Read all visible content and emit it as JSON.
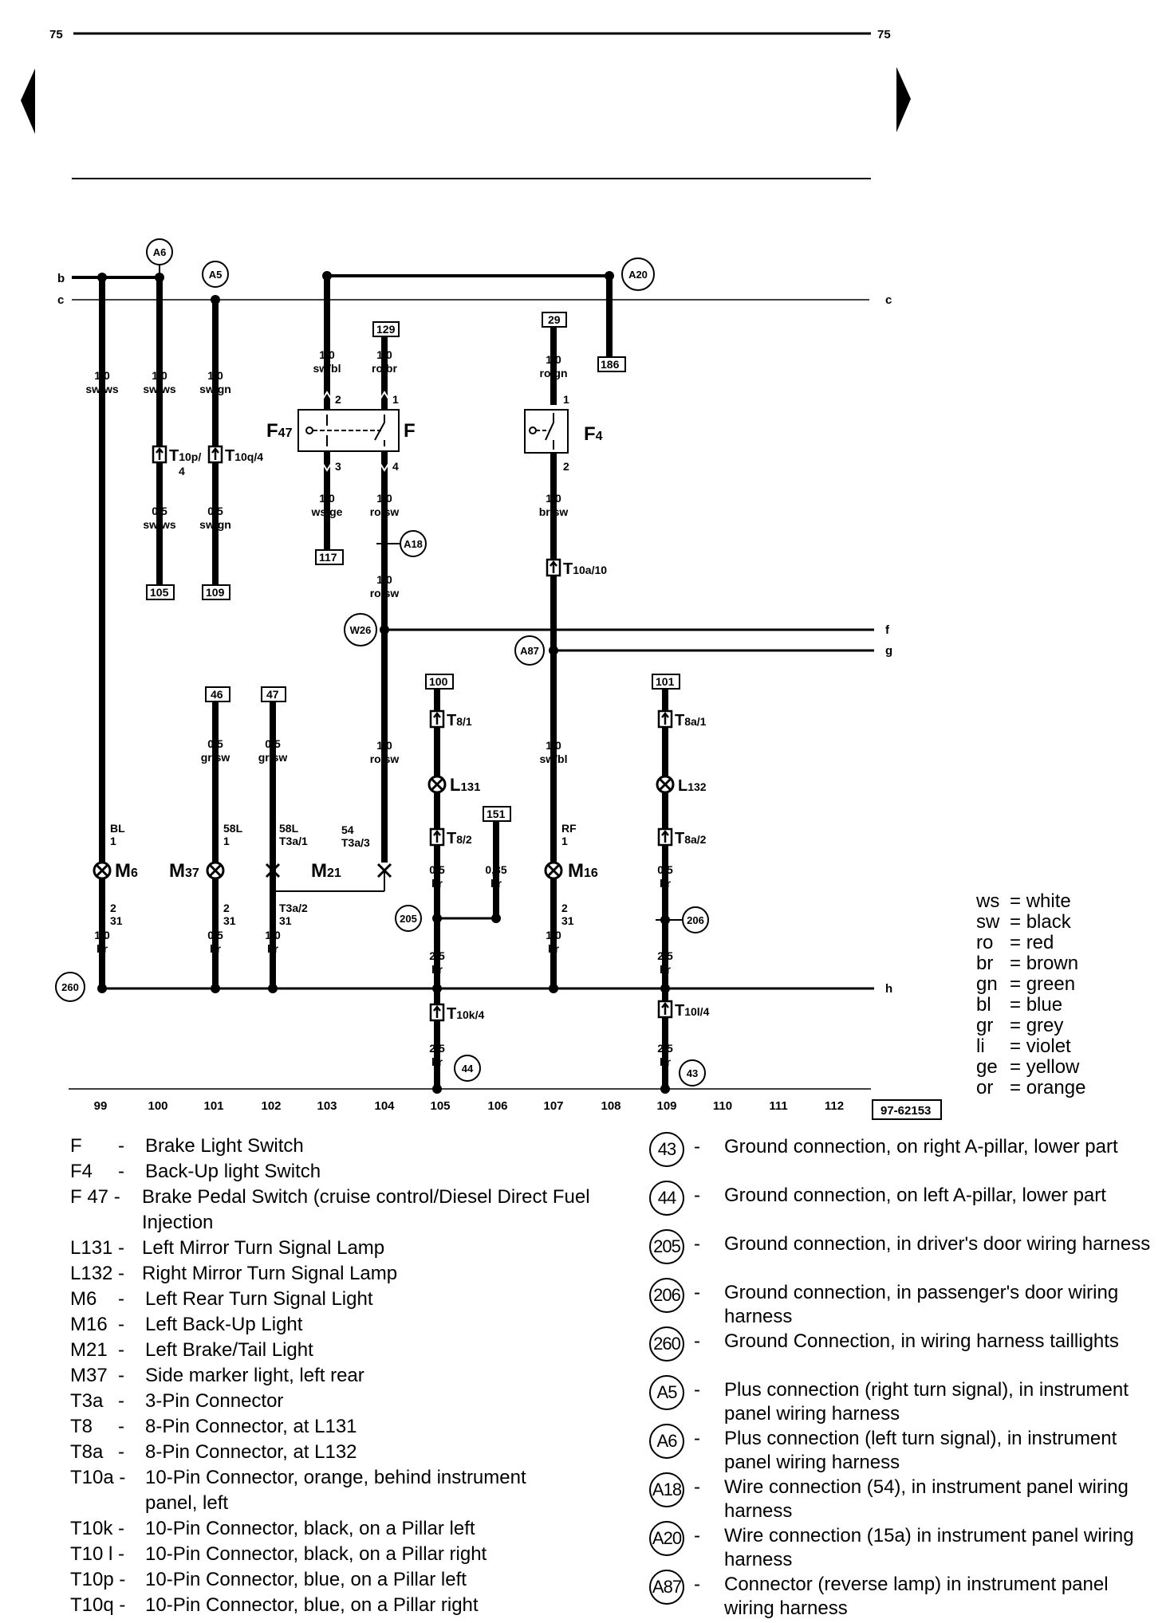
{
  "page": {
    "number_left": "75",
    "number_right": "75",
    "figure_id": "97-62153"
  },
  "nav": {
    "prev_icon": "arrow-left-icon",
    "next_icon": "arrow-right-icon"
  },
  "rails": {
    "b": "b",
    "c": "c",
    "c_right": "c",
    "f": "f",
    "g": "g",
    "h": "h"
  },
  "nodes": {
    "A6": "A6",
    "A5": "A5",
    "A20": "A20",
    "A18": "A18",
    "W26": "W26",
    "A87": "A87",
    "n205": "205",
    "n206": "206",
    "n260": "260",
    "n44": "44",
    "n43": "43"
  },
  "refs": {
    "r129": "129",
    "r29": "29",
    "r186": "186",
    "r117": "117",
    "r105": "105",
    "r109": "109",
    "r46": "46",
    "r47": "47",
    "r100": "100",
    "r151": "151",
    "r101": "101"
  },
  "wires": {
    "w99_top": [
      "1,0",
      "sw/ws"
    ],
    "w100_top": [
      "1,0",
      "sw/ws"
    ],
    "w101_top": [
      "1,0",
      "sw/gn"
    ],
    "w100_bot": [
      "0,5",
      "sw/ws"
    ],
    "w101_bot": [
      "0,5",
      "sw/gn"
    ],
    "w103_top": [
      "1,0",
      "sw/bl"
    ],
    "w104_top": [
      "1,0",
      "ro/br"
    ],
    "w103_bot": [
      "1,0",
      "ws/ge"
    ],
    "w104_mid": [
      "1,0",
      "ro/sw"
    ],
    "w104_mid2": [
      "1,0",
      "ro/sw"
    ],
    "w104_low": [
      "1,0",
      "ro/sw"
    ],
    "w107_top": [
      "1,0",
      "ro/gn"
    ],
    "w107_mid": [
      "1,0",
      "br/sw"
    ],
    "w107_low": [
      "1,0",
      "sw/bl"
    ],
    "w101_46": [
      "0,5",
      "gr/sw"
    ],
    "w102_47": [
      "0,5",
      "gr/sw"
    ],
    "w105_a": [
      "0,5",
      "br"
    ],
    "w106_a": [
      "0,35",
      "br"
    ],
    "w109_a": [
      "0,5",
      "br"
    ],
    "w99_bot": [
      "1,0",
      "br"
    ],
    "w101_b": [
      "0,5",
      "br"
    ],
    "w102_b": [
      "1,0",
      "br"
    ],
    "w107_b": [
      "1,0",
      "br"
    ],
    "w105_b": [
      "2,5",
      "br"
    ],
    "w109_b": [
      "2,5",
      "br"
    ],
    "w105_c": [
      "2,5",
      "br"
    ],
    "w109_c": [
      "2,5",
      "br"
    ]
  },
  "pins": {
    "F_2": "2",
    "F_1": "1",
    "F_3": "3",
    "F_4": "4",
    "F4_1": "1",
    "F4_2": "2",
    "M6_top": [
      "BL",
      "1"
    ],
    "M37_top": [
      "58L",
      "1"
    ],
    "M21_left": [
      "58L",
      "T3a/1"
    ],
    "M21_right": [
      "54",
      "T3a/3"
    ],
    "M16_top": [
      "RF",
      "1"
    ],
    "M21_bot": [
      "T3a/2",
      "31"
    ],
    "M6_bot": [
      "2",
      "31"
    ],
    "M37_bot": [
      "2",
      "31"
    ],
    "M16_bot": [
      "2",
      "31"
    ]
  },
  "components": {
    "F47": "F",
    "F47_sub": "47",
    "F": "F",
    "F4": "F",
    "F4_sub": "4",
    "M6": "M",
    "M6_sub": "6",
    "M37": "M",
    "M37_sub": "37",
    "M21": "M",
    "M21_sub": "21",
    "M16": "M",
    "M16_sub": "16",
    "L131": "L",
    "L131_sub": "131",
    "L132": "L",
    "L132_sub": "132"
  },
  "connectors": {
    "T10p": "T",
    "T10p_sub": "10p/",
    "T10p_pin": "4",
    "T10q": "T",
    "T10q_sub": "10q/4",
    "T10a": "T",
    "T10a_sub": "10a/10",
    "T8_1": "T",
    "T8_1_sub": "8/1",
    "T8_2": "T",
    "T8_2_sub": "8/2",
    "T8a_1": "T",
    "T8a_1_sub": "8a/1",
    "T8a_2": "T",
    "T8a_2_sub": "8a/2",
    "T10k": "T",
    "T10k_sub": "10k/4",
    "T10l": "T",
    "T10l_sub": "10l/4"
  },
  "columns": [
    "99",
    "100",
    "101",
    "102",
    "103",
    "104",
    "105",
    "106",
    "107",
    "108",
    "109",
    "110",
    "111",
    "112"
  ],
  "colors": [
    {
      "code": "ws",
      "name": "white"
    },
    {
      "code": "sw",
      "name": "black"
    },
    {
      "code": "ro",
      "name": "red"
    },
    {
      "code": "br",
      "name": "brown"
    },
    {
      "code": "gn",
      "name": "green"
    },
    {
      "code": "bl",
      "name": "blue"
    },
    {
      "code": "gr",
      "name": "grey"
    },
    {
      "code": "li",
      "name": "violet"
    },
    {
      "code": "ge",
      "name": "yellow"
    },
    {
      "code": "or",
      "name": "orange"
    }
  ],
  "legend": [
    {
      "key": "F",
      "dash": "-",
      "text": "Brake Light Switch"
    },
    {
      "key": "F4",
      "dash": "-",
      "text": "Back-Up light Switch"
    },
    {
      "key": "F 47 -",
      "dash": "",
      "text": "Brake Pedal Switch (cruise control/Diesel Direct Fuel Injection"
    },
    {
      "key": "L131 -",
      "dash": "",
      "text": "Left Mirror Turn Signal Lamp"
    },
    {
      "key": "L132 -",
      "dash": "",
      "text": "Right Mirror Turn Signal Lamp"
    },
    {
      "key": "M6",
      "dash": "-",
      "text": "Left Rear Turn Signal Light"
    },
    {
      "key": "M16",
      "dash": "-",
      "text": "Left Back-Up Light"
    },
    {
      "key": "M21",
      "dash": "-",
      "text": "Left Brake/Tail Light"
    },
    {
      "key": "M37",
      "dash": "-",
      "text": "Side marker light, left rear"
    },
    {
      "key": "T3a",
      "dash": "-",
      "text": "3-Pin Connector"
    },
    {
      "key": "T8",
      "dash": "-",
      "text": "8-Pin Connector, at L131"
    },
    {
      "key": "T8a",
      "dash": "-",
      "text": "8-Pin Connector, at L132"
    },
    {
      "key": "T10a -",
      "dash": "",
      "text": "10-Pin Connector, orange, behind instrument panel, left"
    },
    {
      "key": "T10k -",
      "dash": "",
      "text": "10-Pin Connector, black, on a Pillar left"
    },
    {
      "key": "T10 l -",
      "dash": "",
      "text": "10-Pin Connector, black, on a Pillar right"
    },
    {
      "key": "T10p -",
      "dash": "",
      "text": "10-Pin Connector, blue, on a Pillar left"
    },
    {
      "key": "T10q -",
      "dash": "",
      "text": "10-Pin Connector, blue, on a Pillar right"
    }
  ],
  "ground_legend": [
    {
      "id": "43",
      "dash": "-",
      "text": "Ground connection, on right A-pillar, lower part"
    },
    {
      "id": "44",
      "dash": "-",
      "text": "Ground connection, on left A-pillar, lower part"
    },
    {
      "id": "205",
      "dash": "-",
      "text": "Ground connection, in driver's door wiring harness"
    },
    {
      "id": "206",
      "dash": "-",
      "text": "Ground connection, in passenger's door wiring harness"
    },
    {
      "id": "260",
      "dash": "-",
      "text": "Ground Connection, in wiring harness taillights"
    },
    {
      "id": "A5",
      "dash": "-",
      "text": "Plus connection (right turn signal), in instrument panel wiring harness"
    },
    {
      "id": "A6",
      "dash": "-",
      "text": "Plus connection (left turn signal), in instrument panel wiring harness"
    },
    {
      "id": "A18",
      "dash": "-",
      "text": "Wire connection (54), in instrument panel wiring harness"
    },
    {
      "id": "A20",
      "dash": "-",
      "text": "Wire connection (15a) in instrument panel wiring harness"
    },
    {
      "id": "A87",
      "dash": "-",
      "text": "Connector (reverse lamp) in instrument panel wiring harness"
    }
  ]
}
